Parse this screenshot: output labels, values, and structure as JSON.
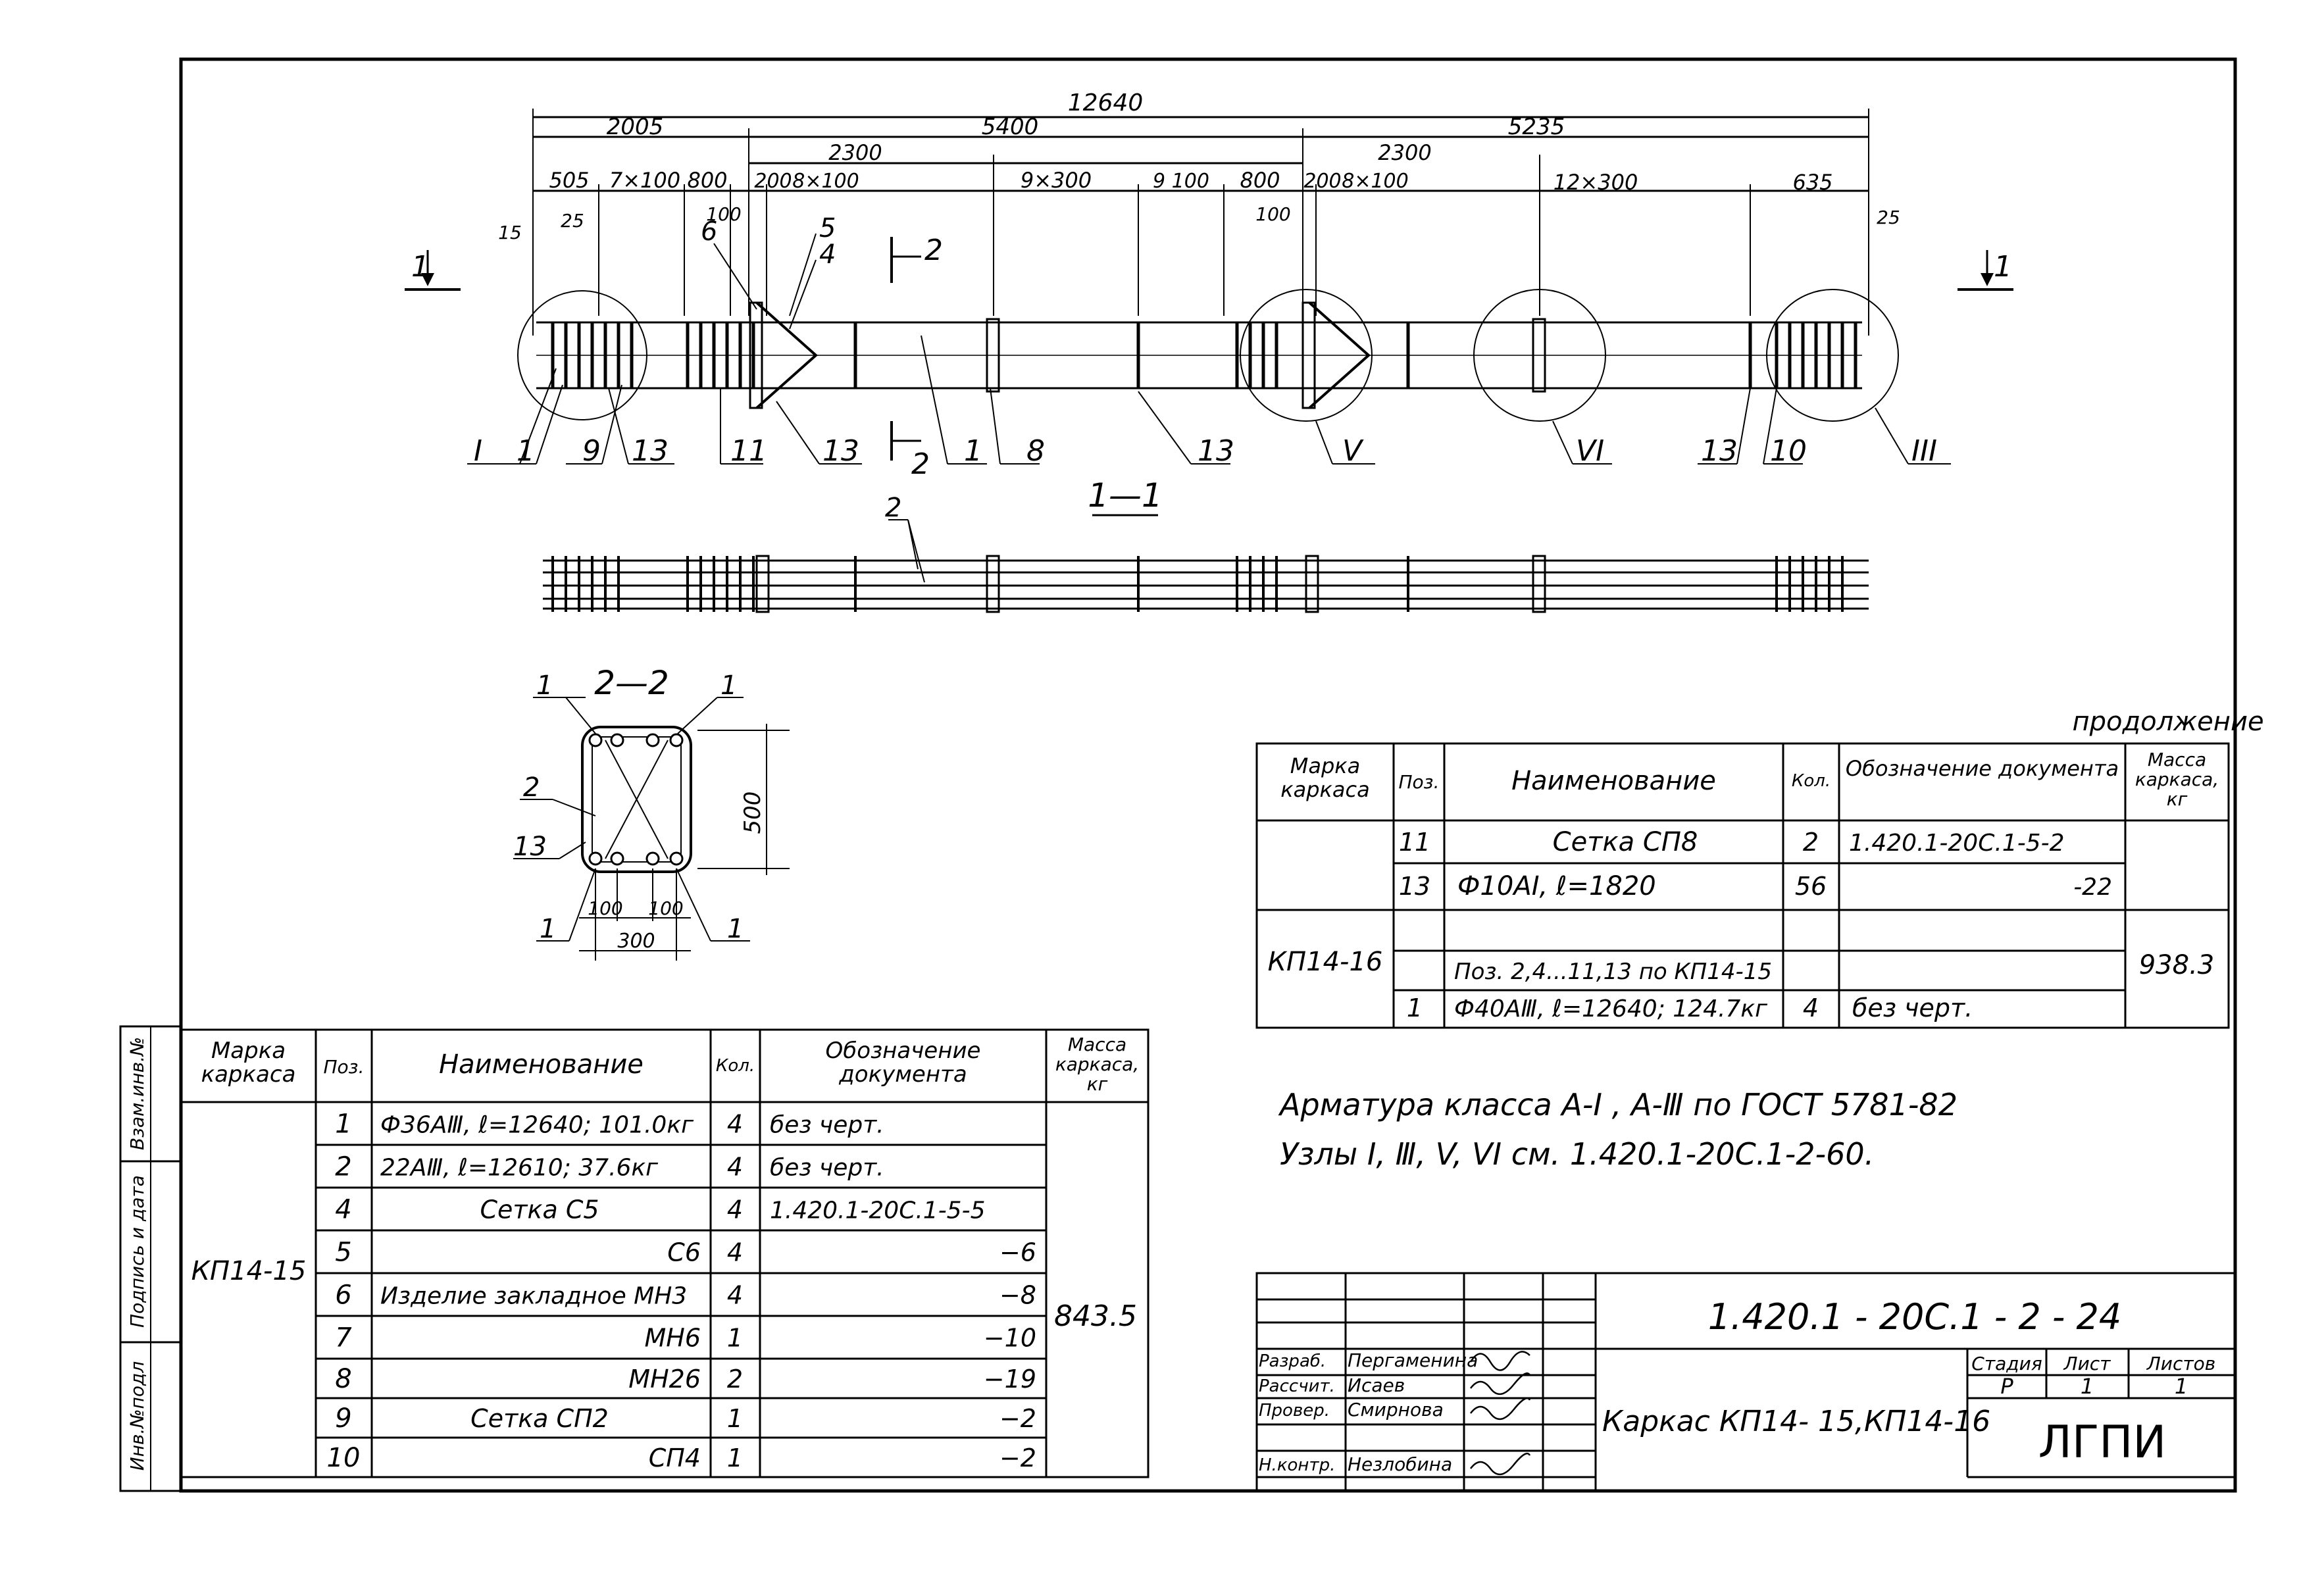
{
  "top_view": {
    "dims": {
      "total": "12640",
      "d2005": "2005",
      "d5400": "5400",
      "d5235": "5235",
      "d2300a": "2300",
      "d2300b": "2300",
      "d505": "505",
      "d7x100": "7×100",
      "d800a": "800",
      "d200a": "200",
      "d8x100a": "8×100",
      "d9x300": "9×300",
      "d9100": "9 100",
      "d800b": "800",
      "d200b": "200",
      "d8x100b": "8×100",
      "d12x300": "12×300",
      "d635": "635",
      "d15": "15",
      "d25a": "25",
      "d100a": "100",
      "d100b": "100",
      "d25b": "25"
    },
    "section_mark_left": "1",
    "section_mark_right": "1",
    "section_mark_2_top": "2",
    "section_mark_2_bottom": "2",
    "callouts": [
      "I",
      "1",
      "9",
      "13",
      "11",
      "13",
      "2",
      "1",
      "8",
      "13",
      "V",
      "VI",
      "13",
      "10",
      "III",
      "6",
      "5",
      "4"
    ],
    "caption": "1—1"
  },
  "side_view": {
    "callout": "2"
  },
  "section_2_2": {
    "title": "2—2",
    "labels": [
      "1",
      "1",
      "2",
      "13",
      "1",
      "1"
    ],
    "height": "500",
    "dim_100a": "100",
    "dim_100b": "100",
    "dim_300": "300"
  },
  "spec_main": {
    "headers": {
      "mark": "Марка каркаса",
      "pos": "Поз.",
      "name": "Наименование",
      "qty": "Кол.",
      "doc": "Обозначение документа",
      "mass": "Масса каркаса, кг"
    },
    "frame_mark": "КП14-15",
    "frame_mass": "843.5",
    "rows": [
      {
        "pos": "1",
        "name": "Ф36АⅢ, ℓ=12640; 101.0кг",
        "qty": "4",
        "doc": "без черт."
      },
      {
        "pos": "2",
        "name": "22АⅢ, ℓ=12610; 37.6кг",
        "qty": "4",
        "doc": "без черт."
      },
      {
        "pos": "4",
        "name": "Сетка С5",
        "qty": "4",
        "doc": "1.420.1-20С.1-5-5"
      },
      {
        "pos": "5",
        "name": "С6",
        "qty": "4",
        "doc": "−6"
      },
      {
        "pos": "6",
        "name": "Изделие закладное МН3",
        "qty": "4",
        "doc": "−8"
      },
      {
        "pos": "7",
        "name": "МН6",
        "qty": "1",
        "doc": "−10"
      },
      {
        "pos": "8",
        "name": "МН26",
        "qty": "2",
        "doc": "−19"
      },
      {
        "pos": "9",
        "name": "Сетка СП2",
        "qty": "1",
        "doc": "−2"
      },
      {
        "pos": "10",
        "name": "СП4",
        "qty": "1",
        "doc": "−2"
      }
    ]
  },
  "spec_cont": {
    "caption": "продолжение",
    "headers": {
      "mark": "Марка каркаса",
      "pos": "Поз.",
      "name": "Наименование",
      "qty": "Кол.",
      "doc": "Обозначение документа",
      "mass": "Масса каркаса, кг"
    },
    "frame_mark": "КП14-16",
    "frame_mass": "938.3",
    "rows": [
      {
        "pos": "11",
        "name": "Сетка СП8",
        "qty": "2",
        "doc": "1.420.1-20С.1-5-2"
      },
      {
        "pos": "13",
        "name": "Ф10АI, ℓ=1820",
        "qty": "56",
        "doc": "-22"
      },
      {
        "pos": "",
        "name": "",
        "qty": "",
        "doc": ""
      },
      {
        "pos": "",
        "name": "Поз. 2,4...11,13 по КП14-15",
        "qty": "",
        "doc": ""
      },
      {
        "pos": "1",
        "name": "Ф40АⅢ, ℓ=12640; 124.7кг",
        "qty": "4",
        "doc": "без черт."
      }
    ]
  },
  "notes": {
    "line1": "Арматура класса А-I , А-Ⅲ по ГОСТ 5781-82",
    "line2": "Узлы I, Ⅲ, V, VI см. 1.420.1-20С.1-2-60."
  },
  "side_stamps": {
    "s1": "Взам.инв.№",
    "s2": "Подпись и дата",
    "s3": "Инв.№подл"
  },
  "title_block": {
    "code": "1.420.1 - 20С.1 - 2 - 24",
    "roles": [
      "Разраб.",
      "Рассчит.",
      "Провер.",
      "",
      "Н.контр."
    ],
    "names": [
      "Пергаменина",
      "Исаев",
      "Смирнова",
      "",
      "Незлобина"
    ],
    "drawing_name": "Каркас КП14- 15,КП14-16",
    "stage_label": "Стадия",
    "sheet_label": "Лист",
    "sheets_label": "Листов",
    "stage": "Р",
    "sheet": "1",
    "sheets": "1",
    "org": "ЛГПИ"
  }
}
